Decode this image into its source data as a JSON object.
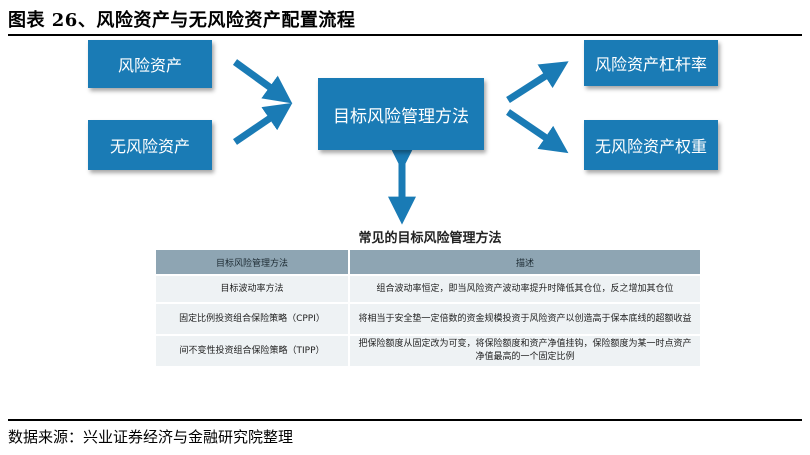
{
  "title": "图表 26、风险资产与无风险资产配置流程",
  "source": "数据来源：兴业证券经济与金融研究院整理",
  "diagram": {
    "input_risky": "风险资产",
    "input_riskfree": "无风险资产",
    "center": "目标风险管理方法",
    "output_leverage": "风险资产杠杆率",
    "output_weight": "无风险资产权重"
  },
  "methods_table": {
    "heading": "常见的目标风险管理方法",
    "columns": [
      "目标风险管理方法",
      "描述"
    ],
    "rows": [
      [
        "目标波动率方法",
        "组合波动率恒定，即当风险资产波动率提升时降低其仓位，反之增加其仓位"
      ],
      [
        "固定比例投资组合保险策略（CPPI）",
        "将相当于安全垫一定倍数的资金规模投资于风险资产以创造高于保本底线的超额收益"
      ],
      [
        "间不变性投资组合保险策略（TIPP）",
        "把保险额度从固定改为可变，将保险额度和资产净值挂钩，保险额度为某一时点资产净值最高的一个固定比例"
      ]
    ]
  },
  "colors": {
    "box": "#1a7bb5",
    "arrow": "#1a7bb5",
    "table_header": "#8ea5b3",
    "table_row": "#eef2f4"
  }
}
